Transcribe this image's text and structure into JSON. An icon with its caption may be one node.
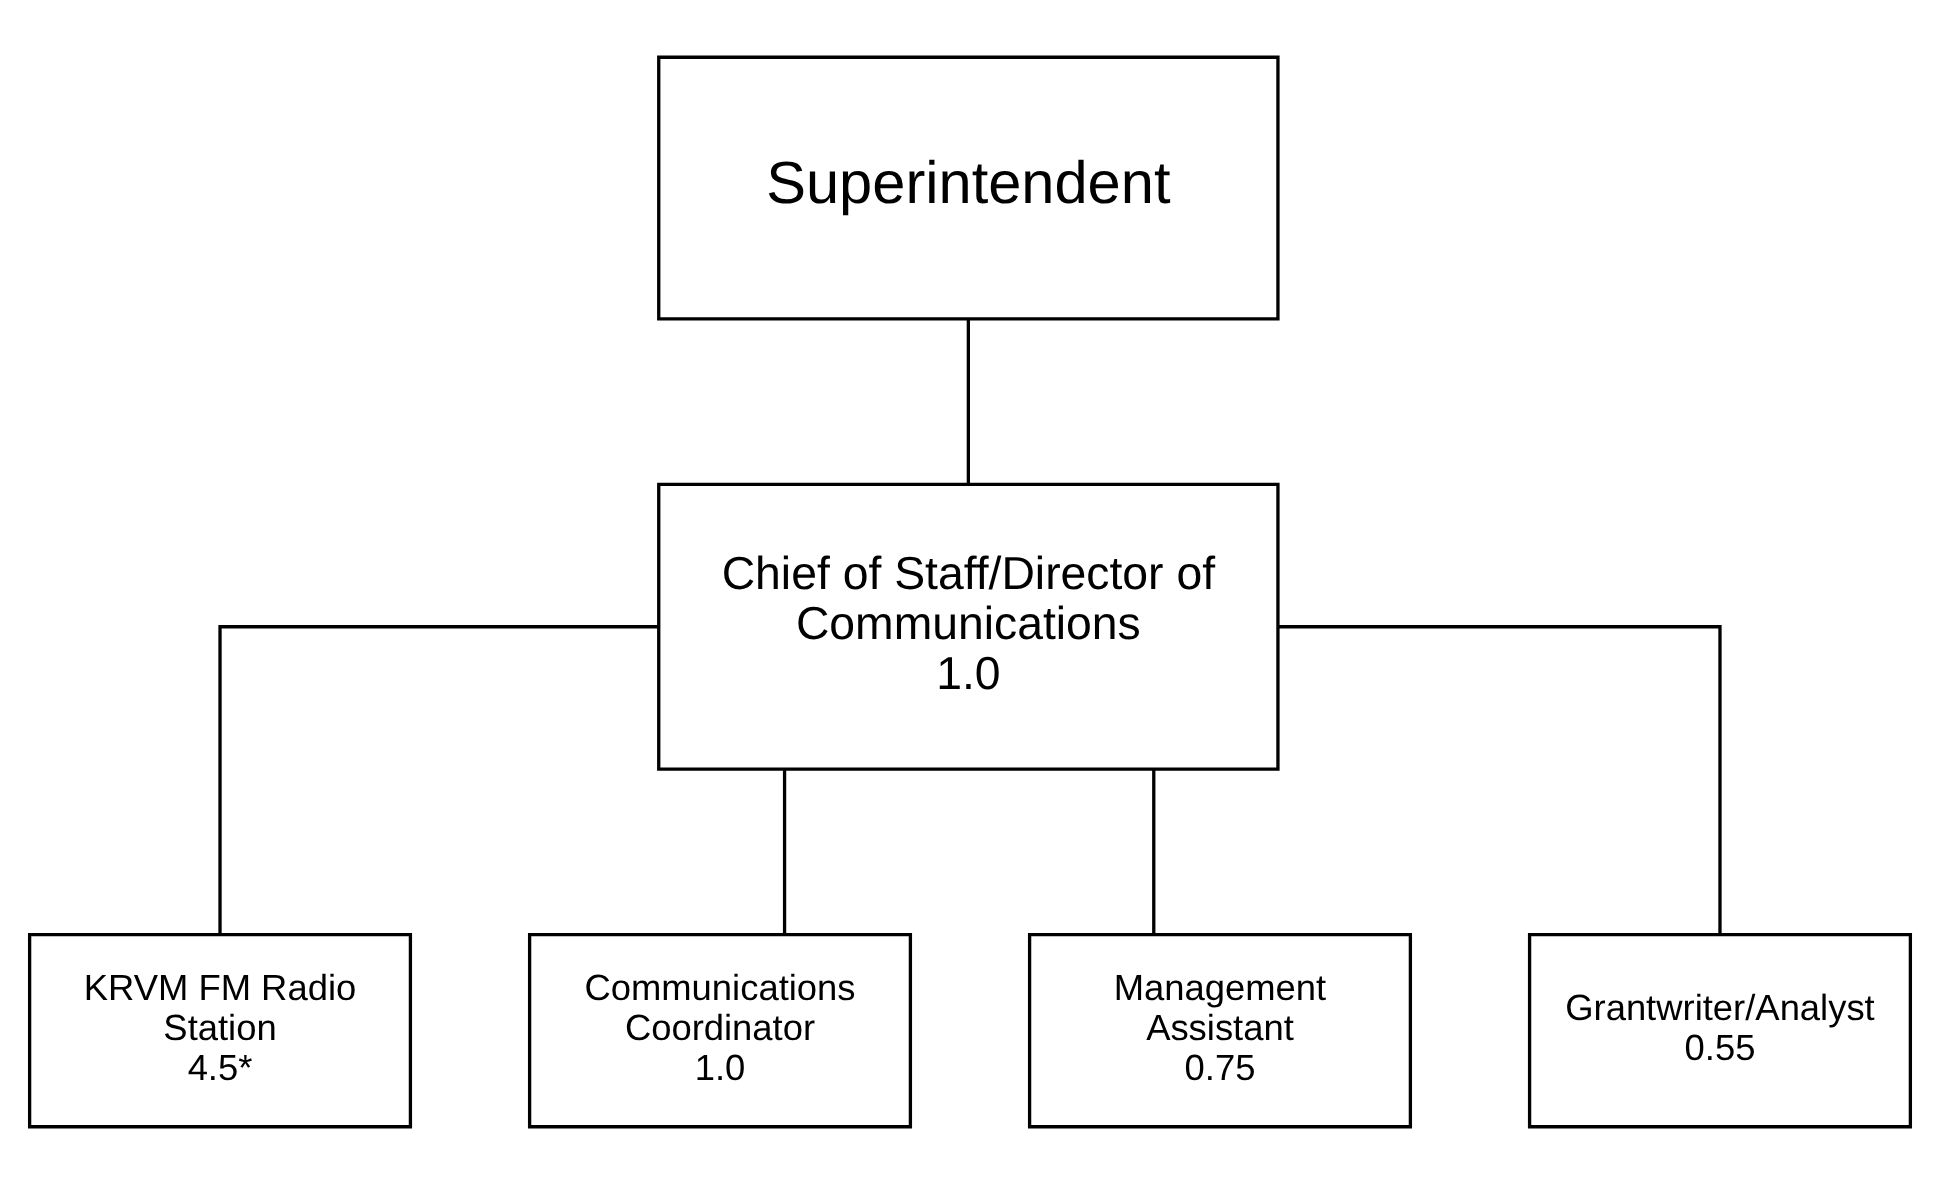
{
  "diagram": {
    "nodes": [
      {
        "text": [
          "Superintendent"
        ]
      },
      {
        "text": [
          "Chief of Staff/Director of Communications",
          "1.0"
        ]
      },
      {
        "text": [
          "KRVM FM Radio Station",
          "4.5*"
        ]
      },
      {
        "text": [
          "Communications Coordinator",
          "1.0"
        ]
      },
      {
        "text": [
          "Management Assistant",
          "0.75"
        ]
      },
      {
        "text": [
          "Grantwriter/Analyst",
          "0.55"
        ]
      }
    ],
    "edges": [
      {
        "from": 0,
        "to": 1,
        "arrow": "none"
      },
      {
        "from": 1,
        "to": 2,
        "arrow": "none"
      },
      {
        "from": 1,
        "to": 3,
        "arrow": "none"
      },
      {
        "from": 1,
        "to": 4,
        "arrow": "none"
      },
      {
        "from": 1,
        "to": 5,
        "arrow": "none"
      }
    ]
  }
}
